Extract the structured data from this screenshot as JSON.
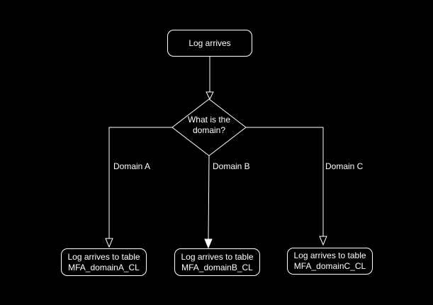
{
  "colors": {
    "background": "#000000",
    "stroke": "#ffffff",
    "text": "#ffffff"
  },
  "nodes": {
    "start": {
      "label": "Log arrives"
    },
    "decision": {
      "line1": "What is the",
      "line2": "domain?"
    },
    "tableA": {
      "line1": "Log arrives to table",
      "line2": "MFA_domainA_CL"
    },
    "tableB": {
      "line1": "Log arrives to table",
      "line2": "MFA_domainB_CL"
    },
    "tableC": {
      "line1": "Log arrives to table",
      "line2": "MFA_domainC_CL"
    }
  },
  "edges": {
    "startToDecision": {
      "label": "",
      "arrow": "open"
    },
    "toA": {
      "label": "Domain A",
      "arrow": "open"
    },
    "toB": {
      "label": "Domain B",
      "arrow": "filled"
    },
    "toC": {
      "label": "Domain C",
      "arrow": "open"
    }
  }
}
